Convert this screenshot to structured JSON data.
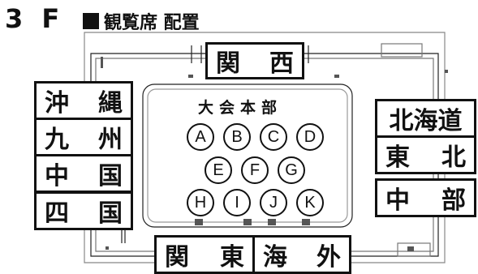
{
  "floor": "3 F",
  "title": "観覧席 配置",
  "headquarters": "大会本部",
  "regions": {
    "kansai": [
      "関",
      "西"
    ],
    "okinawa": [
      "沖",
      "縄"
    ],
    "kyushu": [
      "九",
      "州"
    ],
    "chugoku": [
      "中",
      "国"
    ],
    "shikoku": [
      "四",
      "国"
    ],
    "hokkaido": "北海道",
    "tohoku": [
      "東",
      "北"
    ],
    "chubu": [
      "中",
      "部"
    ],
    "kanto": [
      "関",
      "東"
    ],
    "kaigai": [
      "海",
      "外"
    ]
  },
  "seats": [
    "A",
    "B",
    "C",
    "D",
    "E",
    "F",
    "G",
    "H",
    "I",
    "J",
    "K"
  ]
}
